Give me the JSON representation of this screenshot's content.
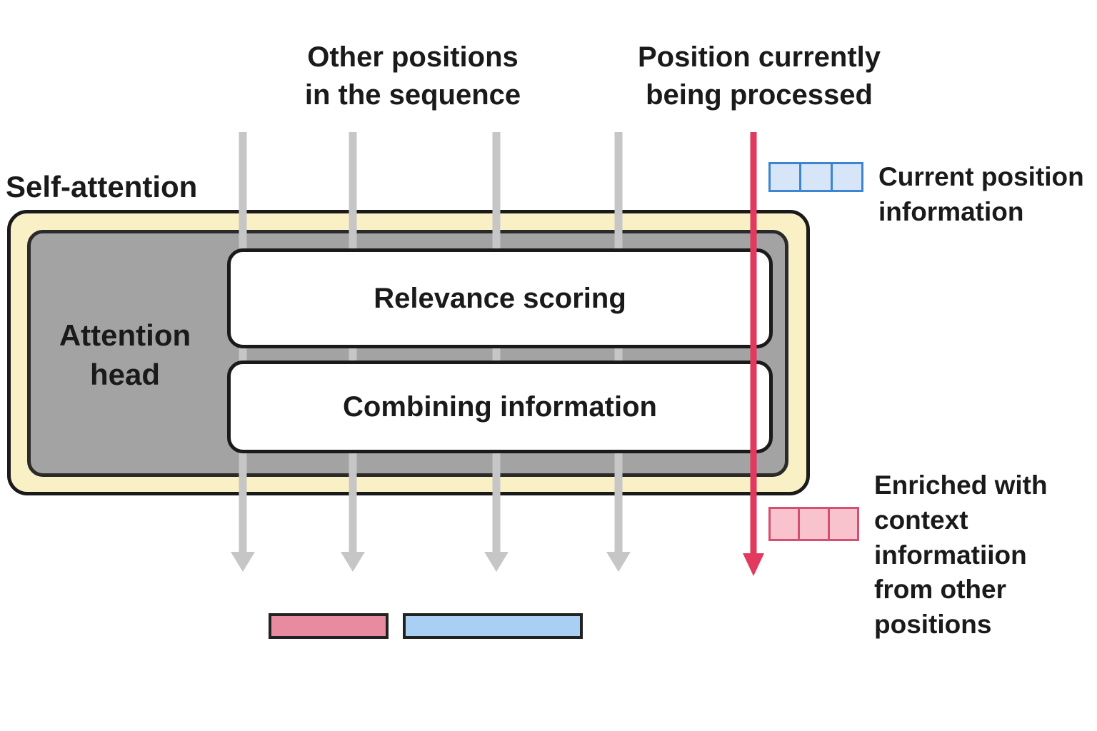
{
  "labels": {
    "other_positions": "Other positions\nin the sequence",
    "position_current": "Position currently\nbeing processed",
    "self_attention": "Self-attention",
    "attention_head": "Attention\nhead",
    "relevance_scoring": "Relevance scoring",
    "combining_information": "Combining information",
    "legend_current": "Current position\ninformation",
    "legend_enriched": "Enriched with\ncontext\ninformatiion\nfrom other\npositions"
  },
  "colors": {
    "cream": "#FAF0C6",
    "attention_gray": "#A3A3A3",
    "arrow_gray": "#C6C6C6",
    "accent_pink": "#E23A5E",
    "legend_blue_fill": "#D6E6F8",
    "legend_blue_border": "#3D85D1",
    "legend_pink_fill": "#F8C3CD",
    "legend_pink_border": "#D64F6F",
    "bar_pink": "#E98BA0",
    "bar_blue": "#A9CFF4",
    "outline": "#1A1A1A"
  }
}
